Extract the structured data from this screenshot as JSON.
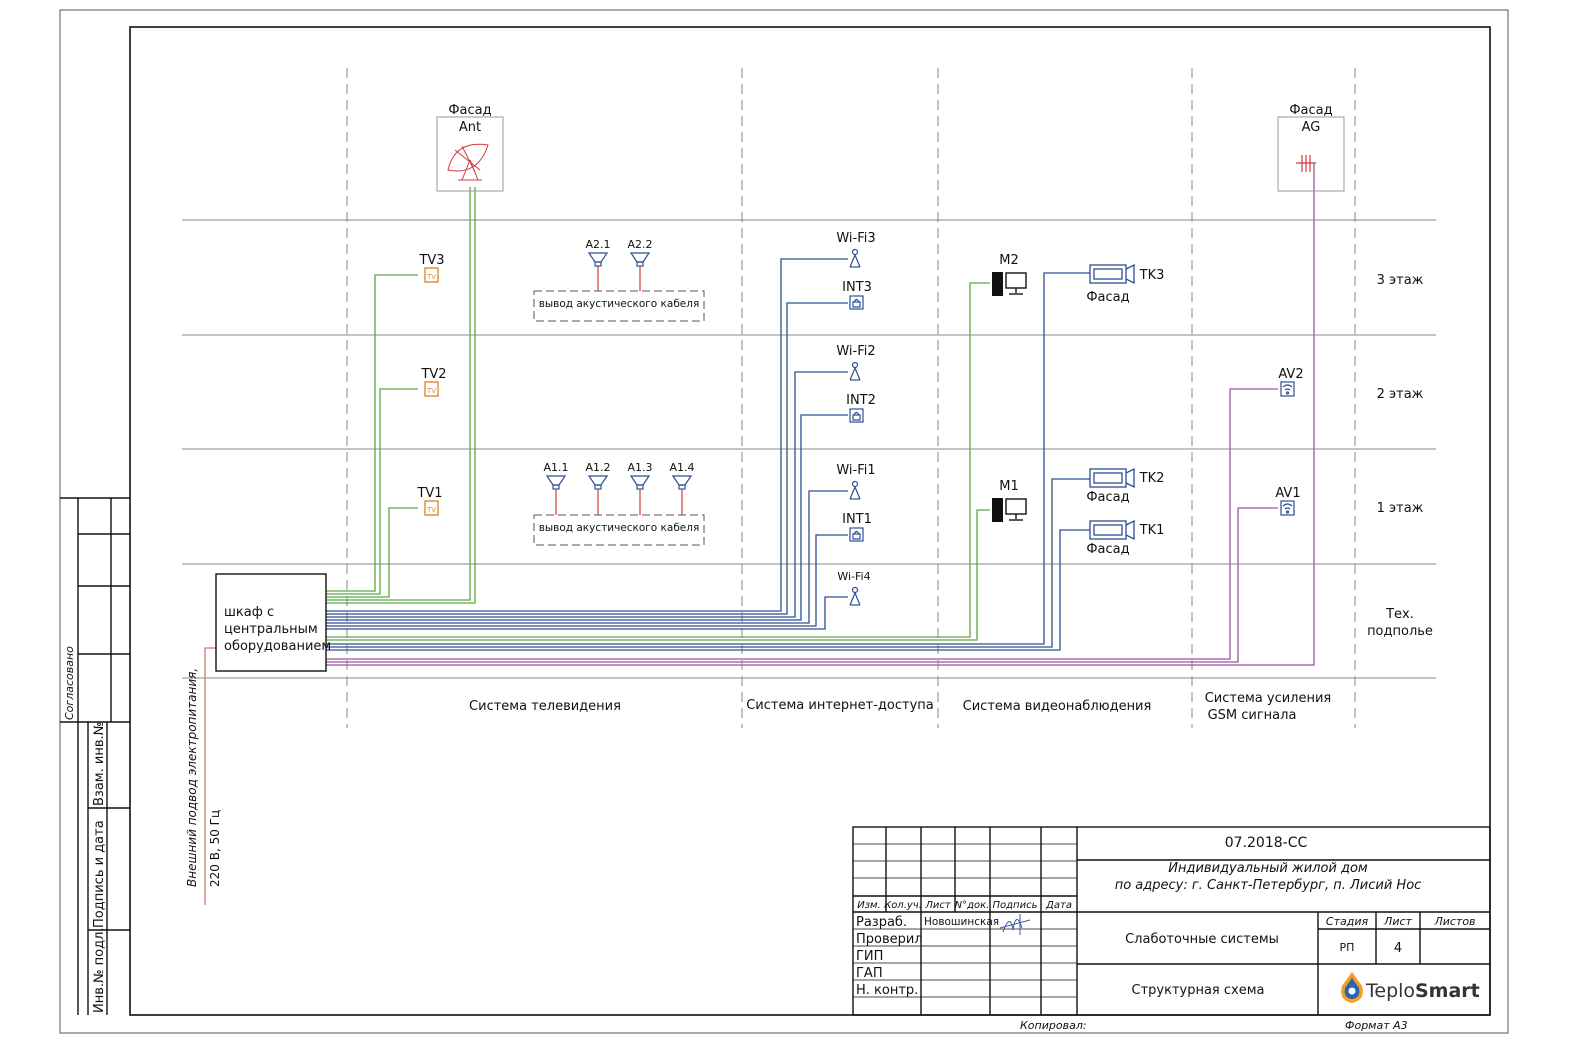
{
  "facades": {
    "ant": {
      "title": "Фасад",
      "label": "Ant"
    },
    "ag": {
      "title": "Фасад",
      "label": "AG"
    }
  },
  "floors": [
    "3 этаж",
    "2 этаж",
    "1 этаж"
  ],
  "tech_floor": [
    "Тех.",
    "подполье"
  ],
  "cabinet": [
    "шкаф с",
    "центральным",
    "оборудованием"
  ],
  "power": [
    "Внешний подвод электропитания,",
    "220 В, 50 Гц"
  ],
  "tv": [
    "TV3",
    "TV2",
    "TV1"
  ],
  "speakers": {
    "floor2": [
      "A2.1",
      "A2.2"
    ],
    "floor1": [
      "A1.1",
      "A1.2",
      "A1.3",
      "A1.4"
    ],
    "cable_label": "вывод акустического кабеля"
  },
  "wifi": [
    "Wi-Fi3",
    "Wi-Fi2",
    "Wi-Fi1",
    "Wi-Fi4"
  ],
  "intercom": [
    "INT3",
    "INT2",
    "INT1"
  ],
  "monitors": [
    "M2",
    "M1"
  ],
  "cameras": [
    "TK3",
    "TK2",
    "TK1"
  ],
  "camera_note": "Фасад",
  "gsm": [
    "AV2",
    "AV1"
  ],
  "systems": {
    "tv": "Система телевидения",
    "internet": "Система интернет-доступа",
    "video": "Система видеонаблюдения",
    "gsm": [
      "Система усиления",
      "GSM сигнала"
    ]
  },
  "side_stamp": {
    "agreed": "Согласовано",
    "inv_swap": "Взам. инв.№",
    "sign_date": "Подпись  и  дата",
    "inv_orig": "Инв.№ подл."
  },
  "title_block": {
    "code": "07.2018-СС",
    "project": [
      "Индивидуальный жилой дом",
      "по адресу: г. Санкт-Петербург, п. Лисий Нос"
    ],
    "cols": [
      "Изм.",
      "Кол.уч.",
      "Лист",
      "N°док.",
      "Подпись",
      "Дата"
    ],
    "roles": [
      "Разраб.",
      "Проверил",
      "ГИП",
      "ГАП",
      "Н. контр."
    ],
    "developer": "Новошинская",
    "system": "Слаботочные системы",
    "sheet_title": "Структурная схема",
    "stage_head": [
      "Стадия",
      "Лист",
      "Листов"
    ],
    "stage": "РП",
    "sheet": "4",
    "copied": "Копировал:",
    "format": "Формат А3"
  },
  "logo": {
    "part1": "Teplo",
    "part2": "Smart"
  },
  "colors": {
    "green": "#5aa845",
    "blue": "#2c4f93",
    "purple": "#9a55a0",
    "red": "#d23a3a",
    "orange": "#e08b2c"
  }
}
